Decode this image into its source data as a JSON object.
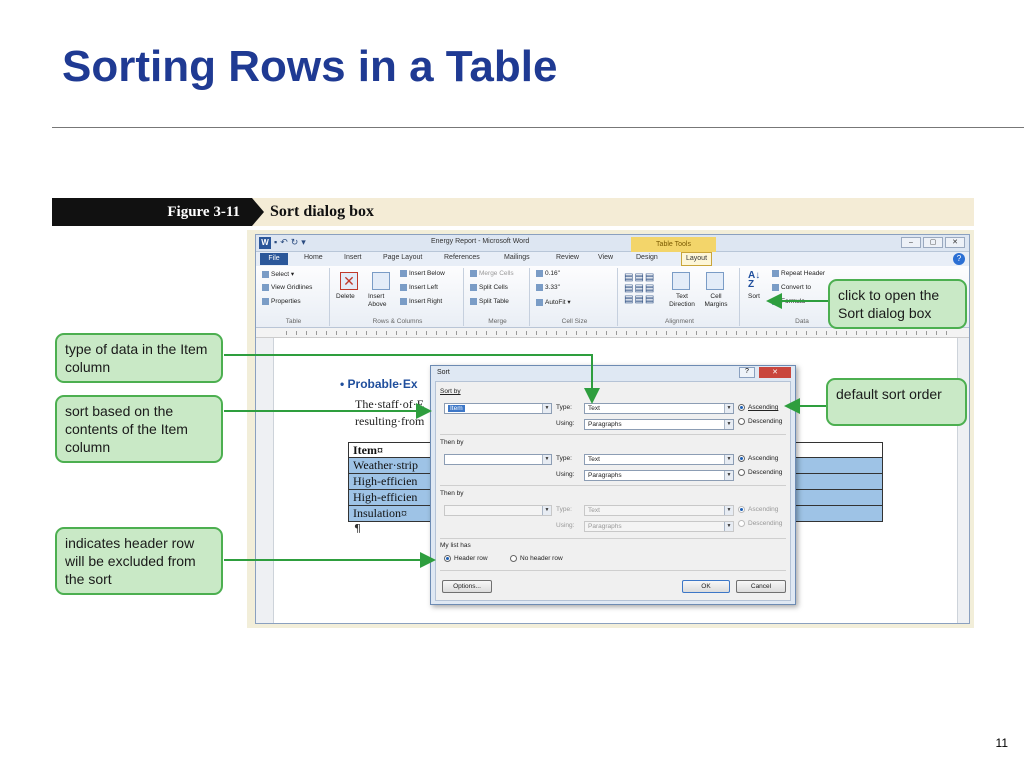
{
  "slide": {
    "title": "Sorting Rows in a Table",
    "page_number": "11"
  },
  "figure": {
    "label": "Figure 3-11",
    "caption": "Sort dialog box"
  },
  "word": {
    "window_title": "Energy Report - Microsoft Word",
    "contextual_tab": "Table Tools",
    "window_buttons": [
      "–",
      "▢",
      "✕"
    ],
    "tabs": [
      "File",
      "Home",
      "Insert",
      "Page Layout",
      "References",
      "Mailings",
      "Review",
      "View",
      "Design",
      "Layout"
    ],
    "ribbon": {
      "table_group": {
        "items": [
          "Select ▾",
          "View Gridlines",
          "Properties"
        ],
        "label": "Table"
      },
      "rows_group": {
        "delete": "Delete",
        "insert_above": "Insert Above",
        "items": [
          "Insert Below",
          "Insert Left",
          "Insert Right"
        ],
        "label": "Rows & Columns"
      },
      "merge_group": {
        "items": [
          "Merge Cells",
          "Split Cells",
          "Split Table"
        ],
        "label": "Merge"
      },
      "cell_size_group": {
        "height": "0.16\"",
        "width": "3.33\"",
        "autofit": "AutoFit ▾",
        "label": "Cell Size"
      },
      "alignment_group": {
        "text_direction": "Text Direction",
        "cell_margins": "Cell Margins",
        "label": "Alignment"
      },
      "data_group": {
        "sort": "Sort",
        "items": [
          "Repeat Header",
          "Convert to",
          "Formula"
        ],
        "label": "Data"
      }
    },
    "document": {
      "heading": "• Probable·Ex",
      "lines": [
        "The·staff·of·E",
        "resulting·from"
      ],
      "table_rows": [
        "Item¤",
        "Weather·strip",
        "High-efficien",
        "High-efficien",
        "Insulation¤"
      ],
      "pilcrow": "¶"
    }
  },
  "sort_dialog": {
    "title": "Sort",
    "help": "?",
    "close": "✕",
    "sort_by": {
      "label": "Sort by",
      "field": "Item",
      "type_label": "Type:",
      "type": "Text",
      "using_label": "Using:",
      "using": "Paragraphs",
      "ascending": "Ascending",
      "descending": "Descending"
    },
    "then_by_1": {
      "label": "Then by",
      "field": "",
      "type_label": "Type:",
      "type": "Text",
      "using_label": "Using:",
      "using": "Paragraphs",
      "ascending": "Ascending",
      "descending": "Descending"
    },
    "then_by_2": {
      "label": "Then by",
      "field": "",
      "type_label": "Type:",
      "type": "Text",
      "using_label": "Using:",
      "using": "Paragraphs",
      "ascending": "Ascending",
      "descending": "Descending"
    },
    "my_list_has": {
      "label": "My list has",
      "header_row": "Header row",
      "no_header_row": "No header row"
    },
    "options_button": "Options...",
    "ok_button": "OK",
    "cancel_button": "Cancel"
  },
  "callouts": {
    "type_of_data": "type of data in the Item column",
    "sort_based": "sort based on the contents of the Item column",
    "header_row": "indicates header row will be excluded from the sort",
    "open_sort": "click to open the Sort dialog box",
    "default_order": "default sort order"
  },
  "colors": {
    "title": "#1f3a93",
    "callout_fill": "#c9e9c6",
    "callout_border": "#4caf50",
    "table_highlight": "#9ec3e6"
  }
}
